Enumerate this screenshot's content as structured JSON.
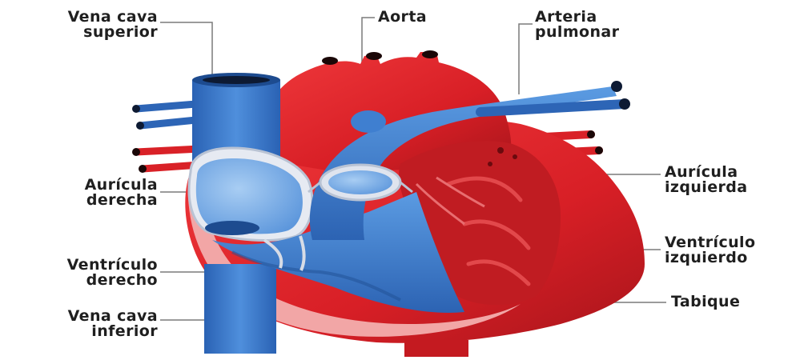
{
  "labels": {
    "vena_cava_superior": {
      "line1": "Vena cava",
      "line2": "superior"
    },
    "aorta": {
      "line1": "Aorta"
    },
    "arteria_pulmonar": {
      "line1": "Arteria",
      "line2": "pulmonar"
    },
    "auricula_derecha": {
      "line1": "Aurícula",
      "line2": "derecha"
    },
    "auricula_izquierda": {
      "line1": "Aurícula",
      "line2": "izquierda"
    },
    "ventriculo_derecho": {
      "line1": "Ventrículo",
      "line2": "derecho"
    },
    "ventriculo_izquierdo": {
      "line1": "Ventrículo",
      "line2": "izquierdo"
    },
    "vena_cava_inferior": {
      "line1": "Vena cava",
      "line2": "inferior"
    },
    "tabique": {
      "line1": "Tabique"
    }
  },
  "colors": {
    "label_text": "#1f1f1f",
    "leader_line": "#7a7a7a",
    "blood_red": "#e0262a",
    "blood_red_dark": "#a8151b",
    "blood_blue": "#3d7fd0",
    "blood_blue_dark": "#1f4f94",
    "blood_blue_light": "#7eb0e8"
  }
}
